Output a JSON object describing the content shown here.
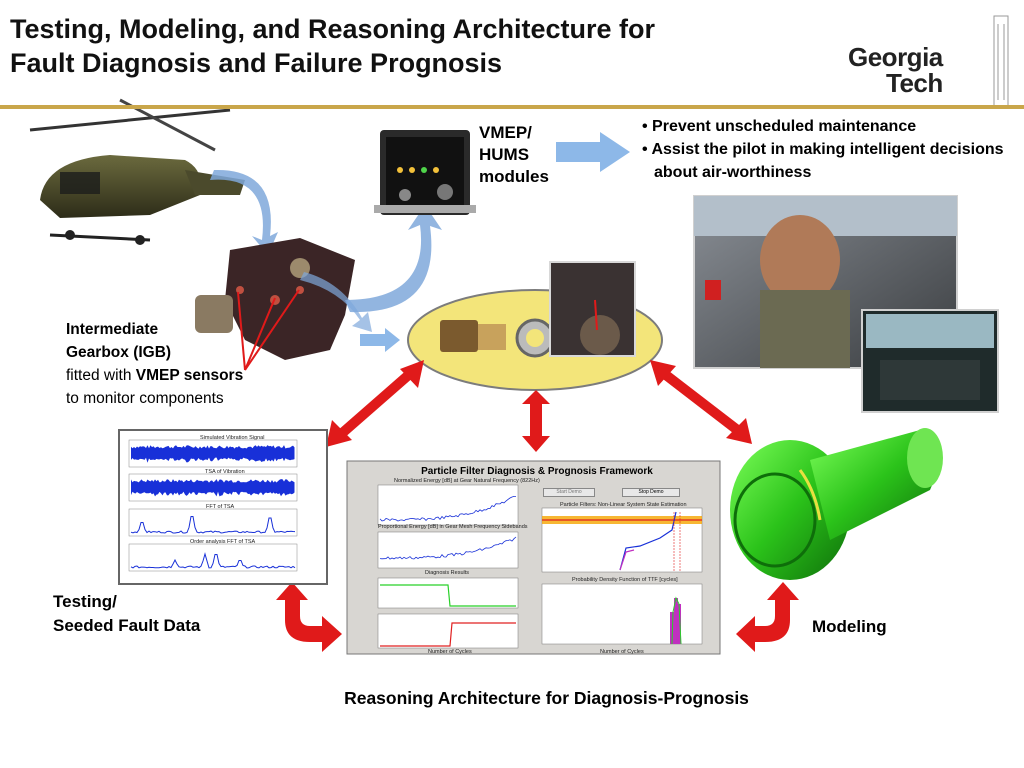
{
  "slide": {
    "title_line1": "Testing, Modeling, and Reasoning Architecture for",
    "title_line2": "Fault Diagnosis and Failure Prognosis",
    "logo_line1": "Georgia",
    "logo_line2": "Tech"
  },
  "vmep": {
    "line1": "VMEP/",
    "line2": "HUMS",
    "line3": "modules"
  },
  "bullets": [
    "Prevent unscheduled maintenance",
    "Assist the pilot in making intelligent decisions about air-worthiness"
  ],
  "igb": {
    "line1": "Intermediate",
    "line2": "Gearbox (IGB)",
    "line3_prefix": "fitted with ",
    "line3_bold": "VMEP sensors",
    "line4": "to monitor components"
  },
  "testing": {
    "line1": "Testing/",
    "line2": "Seeded Fault Data"
  },
  "modeling": "Modeling",
  "caption": "Reasoning Architecture for Diagnosis-Prognosis",
  "framework": {
    "title": "Particle Filter Diagnosis & Prognosis Framework",
    "plot1": "Normalized Energy [dB] at Gear Natural Frequency (822Hz)",
    "plot2": "Proportional Energy [dB] in Gear Mesh Frequency Sidebands",
    "plot3": "Diagnosis Results",
    "plot4": "Particle Filters: Non-Linear System State Estimation",
    "plot5": "Probability Density Function of TTF [cycles]",
    "xlabel": "Number of Cycles",
    "btn_start": "Start Demo",
    "btn_stop": "Stop Demo"
  },
  "sensor_plots": {
    "p1": "Simulated Vibration Signal",
    "p2": "TSA of Vibration",
    "p3": "FFT of TSA",
    "p4": "Order analysis FFT of TSA"
  },
  "colors": {
    "arrow_red": "#e01a1a",
    "arrow_blue": "#8db8e8",
    "ellipse_fill": "#f3e57a",
    "gold_rule": "#c9a64a"
  }
}
